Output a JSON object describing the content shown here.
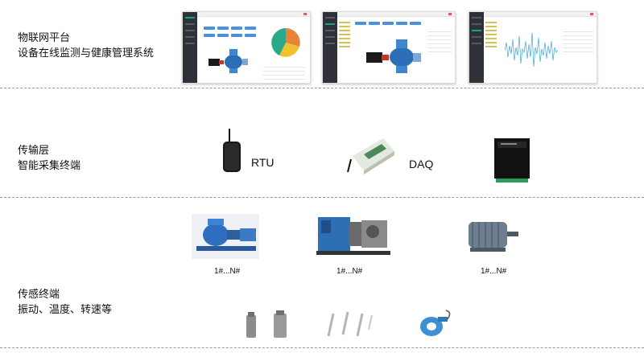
{
  "layers": {
    "platform": {
      "title_line1": "物联网平台",
      "title_line2": "设备在线监测与健康管理系统"
    },
    "transport": {
      "title_line1": "传输层",
      "title_line2": "智能采集终端"
    },
    "sensing": {
      "title_line1": "传感终端",
      "title_line2": "振动、温度、转速等"
    }
  },
  "devices": {
    "rtu_label": "RTU",
    "daq_label": "DAQ"
  },
  "equipment": {
    "pump_count": "1#...N#",
    "compressor_count": "1#...N#",
    "motor_count": "1#...N#"
  },
  "colors": {
    "sidebar": "#2e3138",
    "accent_blue": "#4a8fe0",
    "accent_green": "#1aa37a",
    "divider": "#9a9a9a"
  }
}
